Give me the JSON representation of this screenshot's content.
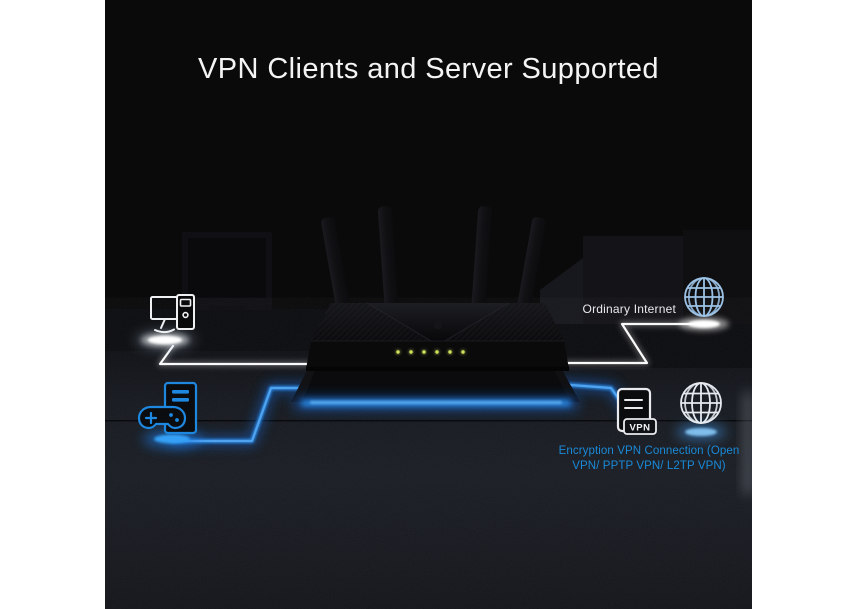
{
  "scene": {
    "title": "VPN Clients and Server Supported",
    "ordinary_internet_label": "Ordinary Internet",
    "vpn_caption": {
      "line1": "Encryption VPN Connection (Open",
      "line2": "VPN/ PPTP VPN/ L2TP VPN)"
    },
    "vpn_badge_label": "VPN"
  },
  "router": {
    "led_count": 6,
    "led_color": "#d3e25c",
    "antenna_count": 4
  },
  "colors": {
    "page_margin_white": "#ffffff",
    "backdrop_black": "#0a0a0b",
    "accent_blue": "#1e87e0",
    "blue_glow": "#2b8ae8",
    "caption_text_blue": "#1a8ad8",
    "globe_light_blue": "#9cc2e5",
    "line_white": "#fafafa"
  },
  "icons": {
    "left_top": "desktop-computer-icon",
    "left_bottom": "gaming-pc-icon",
    "right_top": "globe-icon",
    "right_bottom_server": "vpn-server-icon",
    "right_bottom_globe": "globe-icon"
  }
}
